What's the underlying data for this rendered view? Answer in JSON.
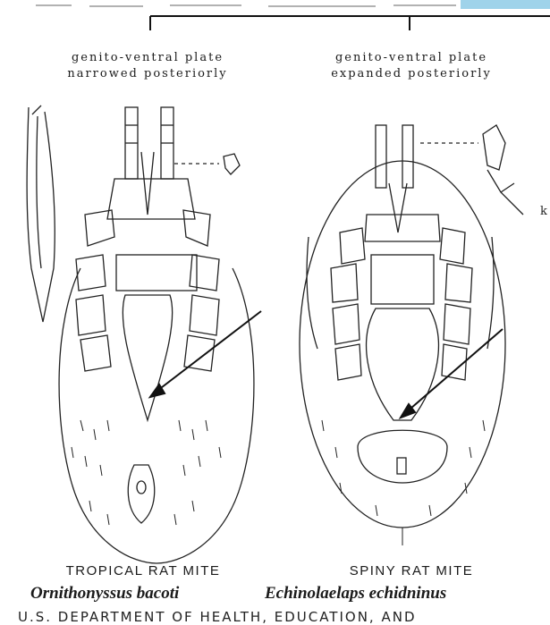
{
  "left": {
    "caption_line1": "genito-ventral plate",
    "caption_line2": "narrowed posteriorly",
    "common_name": "TROPICAL RAT MITE",
    "scientific_name": "Ornithonyssus bacoti"
  },
  "right": {
    "caption_line1": "genito-ventral plate",
    "caption_line2": "expanded posteriorly",
    "common_name": "SPINY RAT MITE",
    "scientific_name": "Echinolaelaps echidninus"
  },
  "footer": {
    "text": "U.S. DEPARTMENT OF HEALTH, EDUCATION, AND"
  },
  "accent_color": "#9fd3ea"
}
